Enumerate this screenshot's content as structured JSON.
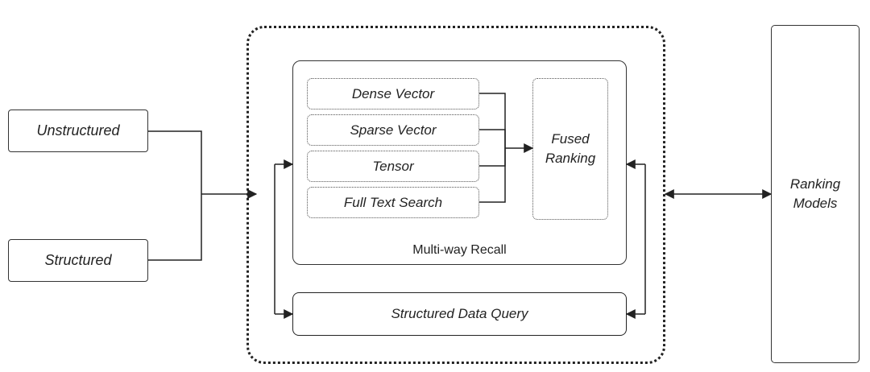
{
  "inputs": {
    "unstructured": "Unstructured",
    "structured": "Structured"
  },
  "recall": {
    "label": "Multi-way Recall",
    "items": [
      "Dense Vector",
      "Sparse Vector",
      "Tensor",
      "Full Text Search"
    ],
    "fused_ranking": "Fused\nRanking"
  },
  "structured_query": "Structured Data Query",
  "ranking_models": "Ranking\nModels",
  "colors": {
    "line": "#222222",
    "border": "#333333"
  }
}
